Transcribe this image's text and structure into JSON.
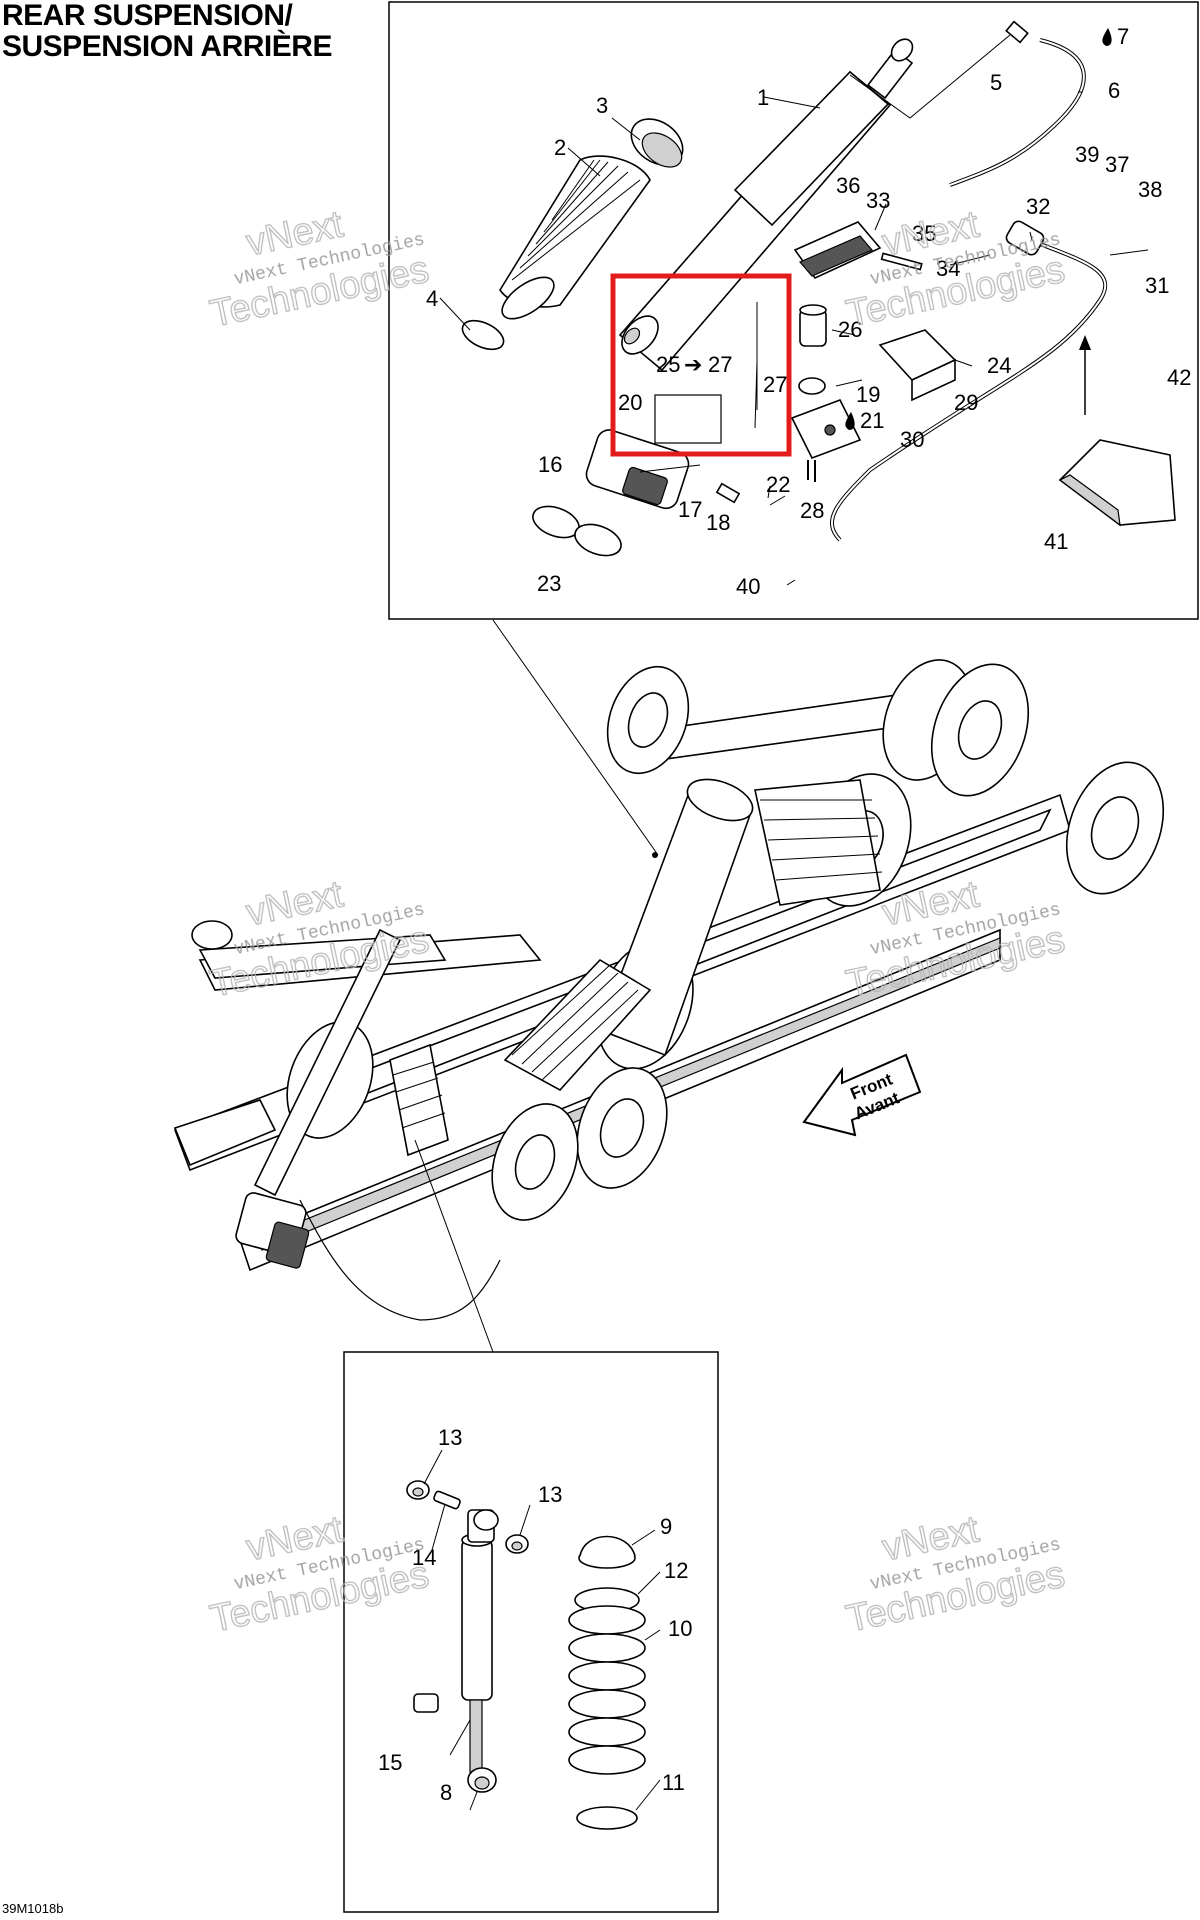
{
  "title": {
    "line1": "REAR SUSPENSION/",
    "line2": "SUSPENSION ARRIÈRE"
  },
  "drawing_ref": "39M1018b",
  "front_arrow": {
    "line1": "Front",
    "line2": "Avant"
  },
  "watermark": {
    "line1": "vNext Technologies",
    "line2": "vNext",
    "line3": "Technologies"
  },
  "highlight_color": "#e31b1b",
  "callouts": {
    "c1": "1",
    "c2": "2",
    "c3": "3",
    "c4": "4",
    "c5": "5",
    "c6": "6",
    "c7": "7",
    "c8": "8",
    "c9": "9",
    "c10": "10",
    "c11": "11",
    "c12": "12",
    "c13a": "13",
    "c13b": "13",
    "c14": "14",
    "c15": "15",
    "c16": "16",
    "c17": "17",
    "c18": "18",
    "c19": "19",
    "c20": "20",
    "c21": "21",
    "c22": "22",
    "c23": "23",
    "c24": "24",
    "c25": "25",
    "c26": "26",
    "c27": "27",
    "c27b": "27",
    "c28": "28",
    "c29": "29",
    "c30": "30",
    "c31": "31",
    "c32": "32",
    "c33": "33",
    "c34": "34",
    "c35": "35",
    "c36": "36",
    "c37": "37",
    "c38": "38",
    "c39": "39",
    "c40": "40",
    "c41": "41",
    "c42": "42"
  }
}
